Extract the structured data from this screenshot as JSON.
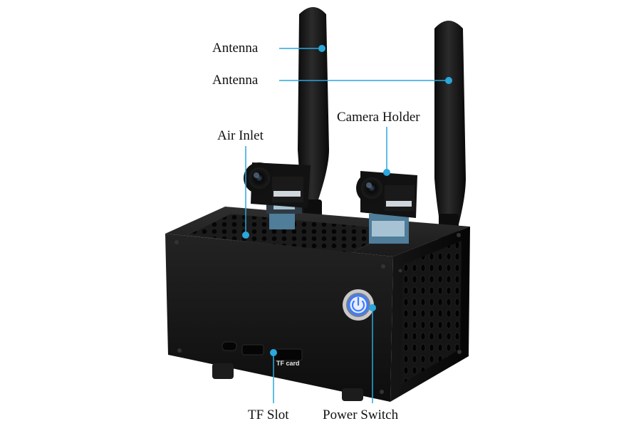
{
  "labels": {
    "antenna_1": "Antenna",
    "antenna_2": "Antenna",
    "air_inlet": "Air Inlet",
    "camera_holder": "Camera Holder",
    "tf_slot": "TF Slot",
    "power_switch": "Power Switch"
  },
  "device": {
    "tf_card_marking": "TF card"
  },
  "colors": {
    "callout_line": "#2aa7dc",
    "case": "#141414",
    "power_ring": "#3f7bff"
  }
}
